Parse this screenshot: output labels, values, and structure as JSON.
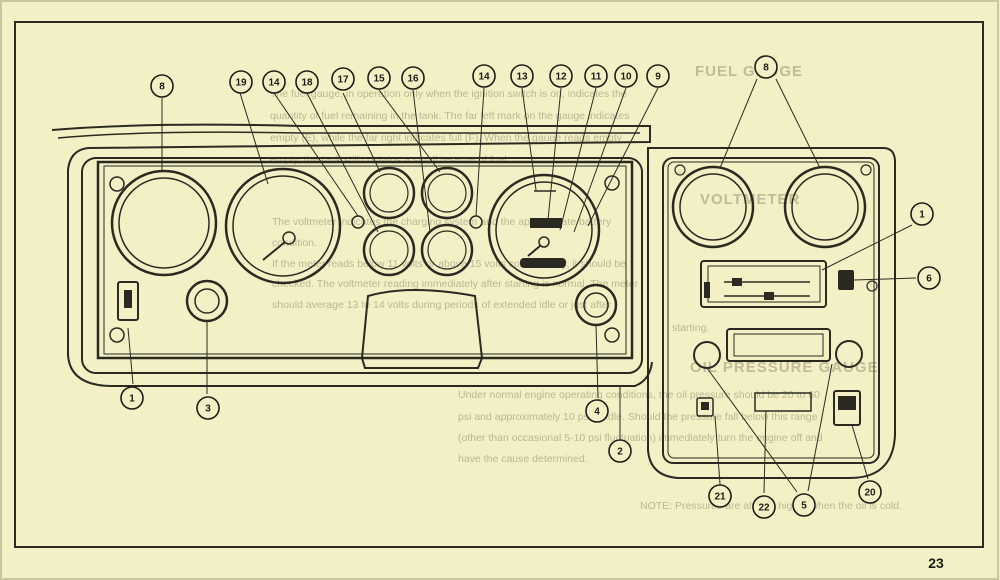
{
  "page": {
    "number": "23"
  },
  "bleed_through": {
    "fuel_heading": "FUEL GAUGE",
    "fuel_lines": [
      "The fuel gauge, in operation only when the ignition switch is on, indicates the",
      "quantity of fuel remaining in the tank. The far left mark on the gauge indicates",
      "empty (E), while the far right indicates full (F). When the gauge reads empty",
      "empty, the tank still contains a small reserve of fuel."
    ],
    "volt_heading": "VOLTMETER",
    "volt_lines": [
      "The voltmeter indicates the charging system and the approximate battery",
      "condition.",
      "If the meter reads below 11 volts or above 15 volts continuously, it should be",
      "checked. The voltmeter reading immediately after starting is normal. The meter",
      "should average 13 to 14 volts during periods of extended idle or just after",
      "starting."
    ],
    "oil_heading": "OIL PRESSURE GAUGE",
    "oil_lines": [
      "Under normal engine operating conditions, the oil pressure should be 20 to 60",
      "psi and approximately 10 psi at idle. Should the pressure fall below this range",
      "(other than occasional 5-10 psi fluctuation) immediately turn the engine off and",
      "have the cause determined."
    ],
    "note": "NOTE: Pressures are always higher when the oil is cold."
  },
  "callouts": [
    "8",
    "19",
    "14",
    "18",
    "17",
    "15",
    "16",
    "14",
    "13",
    "12",
    "11",
    "10",
    "9",
    "8",
    "1",
    "6",
    "1",
    "3",
    "4",
    "2",
    "21",
    "22",
    "5",
    "20"
  ]
}
